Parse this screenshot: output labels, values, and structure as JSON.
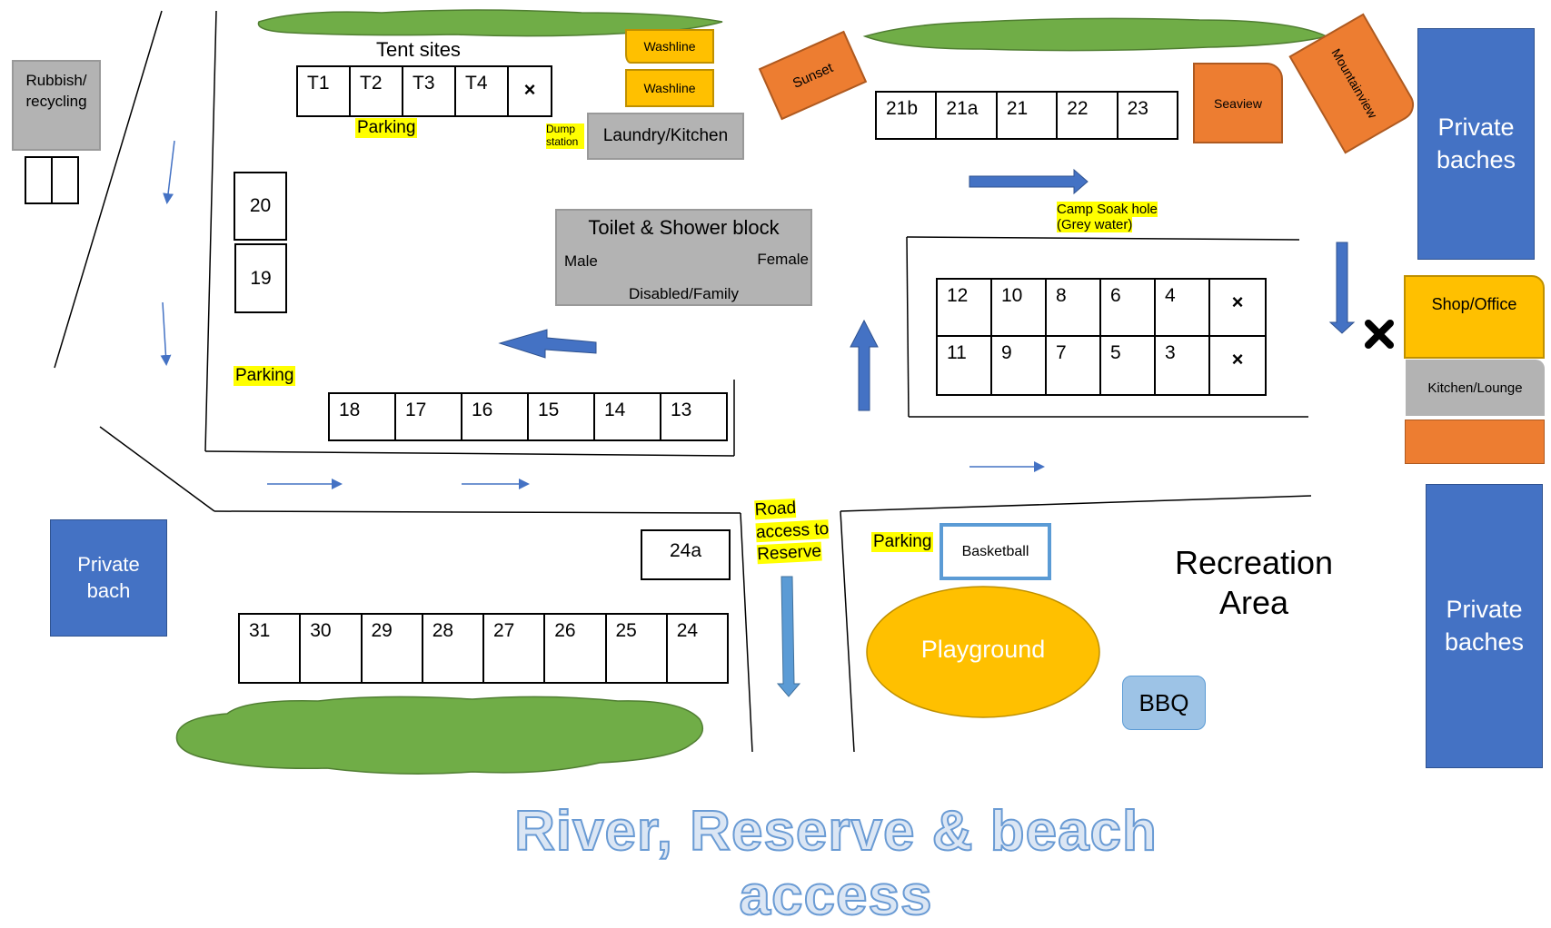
{
  "map": {
    "title": "River, Reserve & beach access",
    "tent_sites": {
      "label": "Tent sites",
      "sites": [
        "T1",
        "T2",
        "T3",
        "T4",
        "×"
      ],
      "parking_label": "Parking"
    },
    "washlines": [
      "Washline",
      "Washline"
    ],
    "dump_station": "Dump station",
    "laundry_kitchen": "Laundry/Kitchen",
    "rubbish": "Rubbish/ recycling",
    "toilet_block": {
      "title": "Toilet & Shower block",
      "male": "Male",
      "female": "Female",
      "disabled": "Disabled/Family"
    },
    "sites_20_19": [
      "20",
      "19"
    ],
    "parking_left": "Parking",
    "row_18_13": [
      "18",
      "17",
      "16",
      "15",
      "14",
      "13"
    ],
    "cabins": {
      "sunset": "Sunset",
      "seaview": "Seaview",
      "mountainview": "Mountainview"
    },
    "row_21_23": [
      "21b",
      "21a",
      "21",
      "22",
      "23"
    ],
    "soak_hole": "Camp Soak hole (Grey water)",
    "grid_top": [
      "12",
      "10",
      "8",
      "6",
      "4",
      "×"
    ],
    "grid_bottom": [
      "11",
      "9",
      "7",
      "5",
      "3",
      "×"
    ],
    "private_baches_top": "Private baches",
    "shop_office": "Shop/Office",
    "kitchen_lounge": "Kitchen/Lounge",
    "private_bach_left": "Private bach",
    "site_24a": "24a",
    "row_31_24": [
      "31",
      "30",
      "29",
      "28",
      "27",
      "26",
      "25",
      "24"
    ],
    "road_access": "Road access to Reserve",
    "parking_rec": "Parking",
    "basketball": "Basketball",
    "recreation_area": "Recreation Area",
    "playground": "Playground",
    "bbq": "BBQ",
    "private_baches_bottom": "Private baches",
    "colors": {
      "tree_green": "#70ad47",
      "cabin_orange": "#ed7d31",
      "bach_blue": "#4472c4",
      "amber": "#ffc000",
      "grey_building": "#b3b3b3",
      "highlight_yellow": "#ffff00",
      "arrow_blue": "#4472c4",
      "bbq_blue": "#9dc3e6"
    }
  }
}
